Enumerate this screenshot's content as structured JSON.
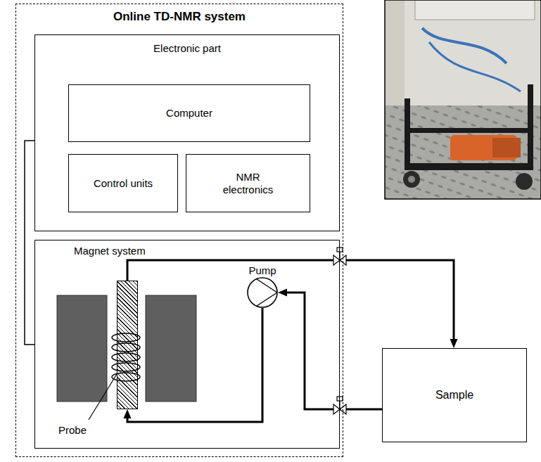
{
  "diagram": {
    "nodes": [
      {
        "text": [
          "Online TD-NMR system"
        ]
      },
      {
        "text": [
          "Electronic part"
        ],
        "in": 0
      },
      {
        "text": [
          "Computer"
        ],
        "in": 1
      },
      {
        "text": [
          "Control units"
        ],
        "in": 1
      },
      {
        "text": [
          "NMR electronics"
        ],
        "in": 1
      },
      {
        "text": [
          "Magnet system"
        ],
        "in": 0
      },
      {
        "text": [
          "Pump"
        ],
        "in": 5
      },
      {
        "text": [
          "Probe"
        ],
        "in": 5
      },
      {
        "text": [
          "Sample"
        ]
      }
    ],
    "edges": [
      {
        "from": 1,
        "to": 5,
        "arrow": "none"
      },
      {
        "from": 6,
        "to": 7,
        "arrow": "to"
      },
      {
        "from": 7,
        "to": 8,
        "arrow": "to"
      },
      {
        "from": 8,
        "to": 6,
        "arrow": "to"
      }
    ]
  }
}
